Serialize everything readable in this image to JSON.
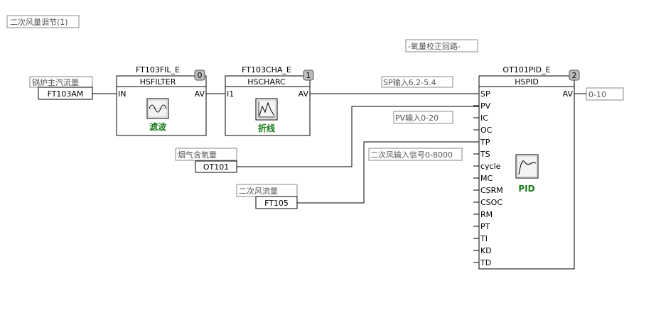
{
  "title": "二次风量调节(1)",
  "comment": "-氧量校正回路-",
  "blocks": {
    "filter": {
      "name": "FT103FIL_E",
      "type": "HSFILTER",
      "order": "0",
      "in_pin": "IN",
      "out_pin": "AV",
      "caption": "滤波"
    },
    "charc": {
      "name": "FT103CHA_E",
      "type": "HSCHARC",
      "order": "1",
      "in_pin": "I1",
      "out_pin": "AV",
      "caption": "折线"
    },
    "pid": {
      "name": "OT101PID_E",
      "type": "HSPID",
      "order": "2",
      "out_pin": "AV",
      "caption": "PID",
      "pins": [
        "SP",
        "PV",
        "IC",
        "OC",
        "TP",
        "TS",
        "cycle",
        "MC",
        "CSRM",
        "CSOC",
        "RM",
        "PT",
        "TI",
        "KD",
        "TD"
      ]
    }
  },
  "inputs": {
    "ft103am": {
      "desc": "锅炉主汽流量",
      "tag": "FT103AM"
    },
    "ot101": {
      "desc": "烟气含氧量",
      "tag": "OT101"
    },
    "ft105": {
      "desc": "二次风流量",
      "tag": "FT105"
    }
  },
  "notes": {
    "sp": "SP输入6.2-5.4",
    "pv": "PV输入0-20",
    "tp": "二次风输入信号0-8000",
    "output": "0-10"
  }
}
